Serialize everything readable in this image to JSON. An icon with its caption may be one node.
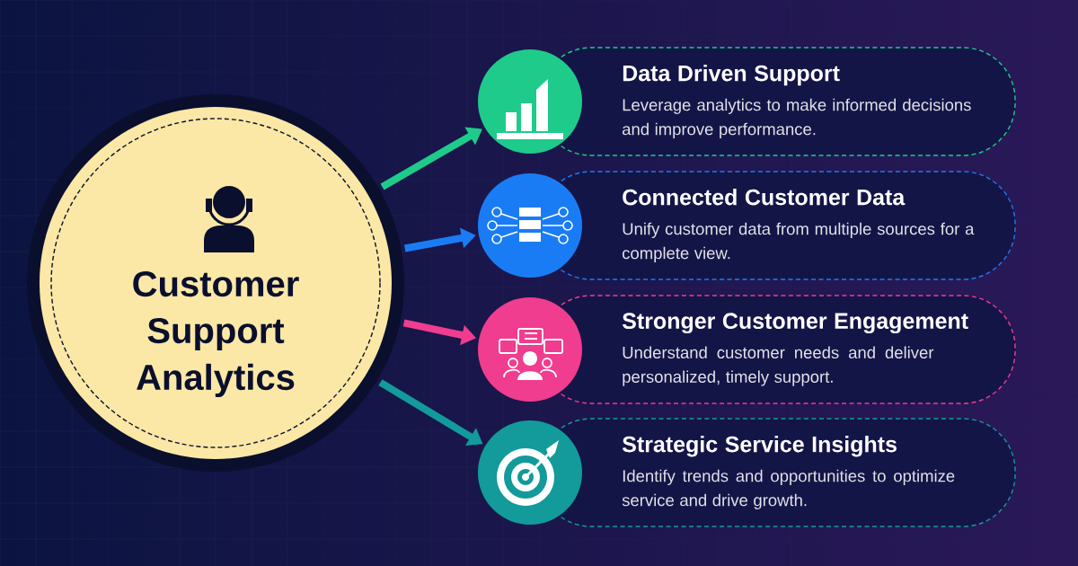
{
  "diagram": {
    "nodes": [
      {
        "text": [
          "Customer Support Analytics"
        ]
      },
      {
        "text": [],
        "shape": "circle"
      },
      {
        "text": [
          "Data Driven Support",
          "Leverage analytics to make informed decisions and improve performance."
        ]
      },
      {
        "text": [],
        "shape": "circle"
      },
      {
        "text": [
          "Connected Customer Data",
          "Unify customer data from multiple sources for a complete view."
        ]
      },
      {
        "text": [],
        "shape": "circle"
      },
      {
        "text": [
          "Stronger Customer Engagement",
          "Understand customer needs and deliver personalized, timely support."
        ]
      },
      {
        "text": [],
        "shape": "circle"
      },
      {
        "text": [
          "Strategic Service Insights",
          "Identify trends and opportunities to optimize service and drive growth."
        ]
      }
    ],
    "edges": [
      {
        "from": 0,
        "to": 1,
        "arrow": "to",
        "color": "#1ecb8a"
      },
      {
        "from": 0,
        "to": 3,
        "arrow": "to",
        "color": "#1a7cf5"
      },
      {
        "from": 0,
        "to": 5,
        "arrow": "to",
        "color": "#f03d8f"
      },
      {
        "from": 0,
        "to": 7,
        "arrow": "to",
        "color": "#139a9a"
      }
    ]
  }
}
